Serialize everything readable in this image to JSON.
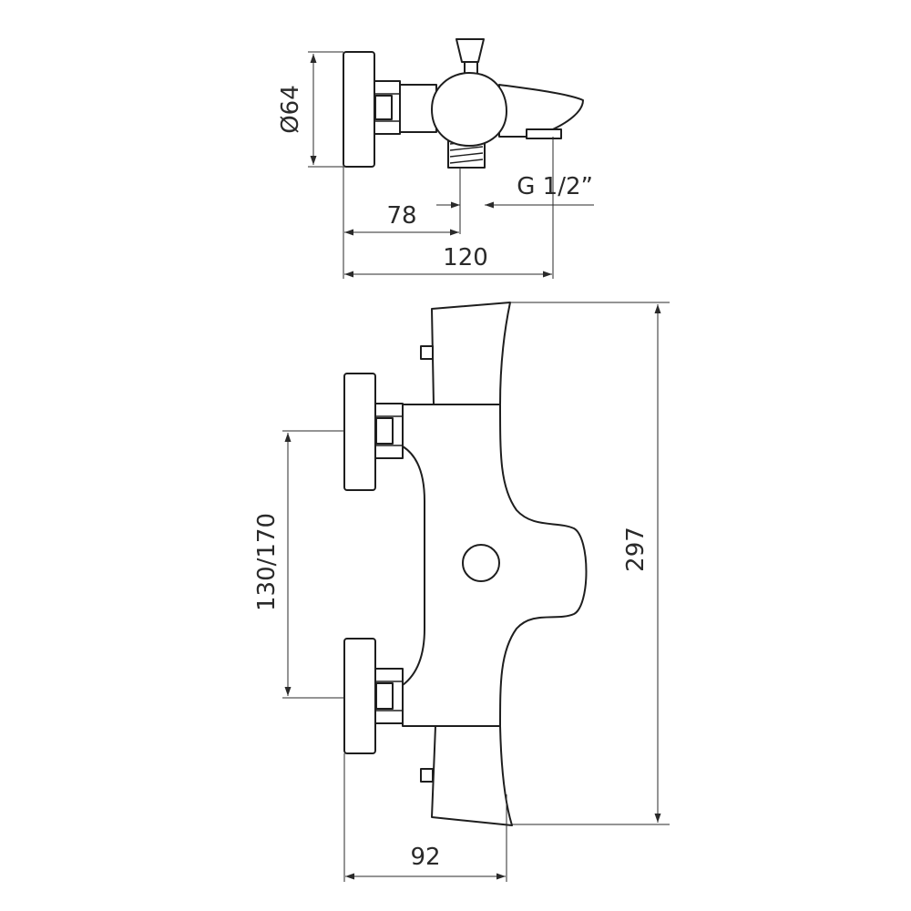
{
  "drawing": {
    "top_view": {
      "diameter_label": "Ø64",
      "thread_label": "G 1/2”",
      "dim_78": "78",
      "dim_120": "120"
    },
    "front_view": {
      "spacing_label": "130/170",
      "height_label": "297",
      "width_label": "92"
    },
    "line_color": "#1e1e1e"
  }
}
